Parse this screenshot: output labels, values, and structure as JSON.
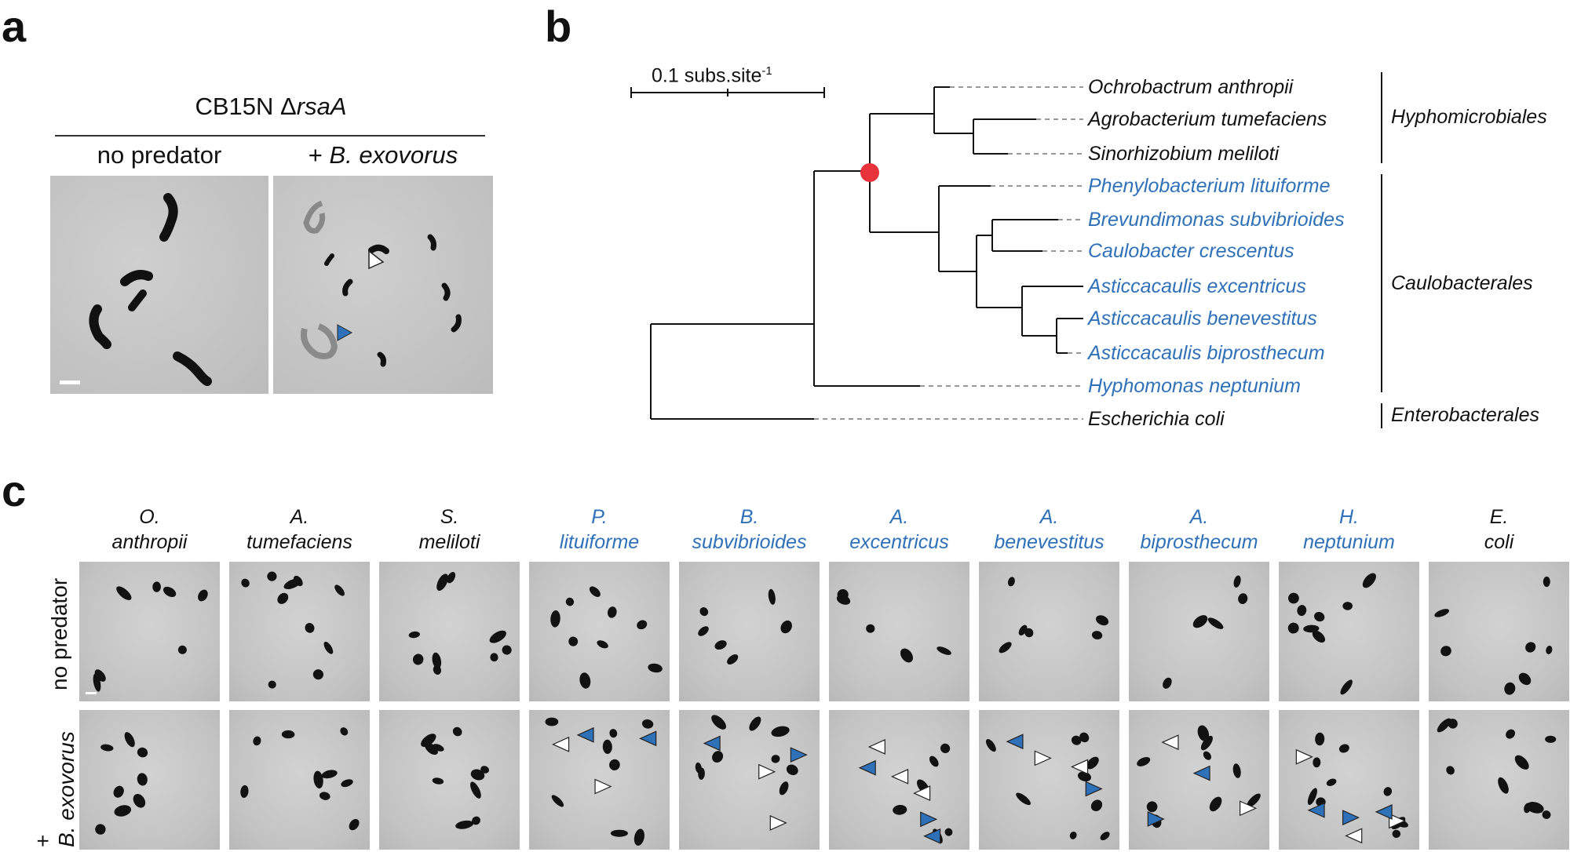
{
  "panel_a": {
    "letter": "a",
    "title_prefix": "CB15N Δ",
    "title_gene": "rsaA",
    "conditions": [
      "no predator",
      "+ B. exovorus"
    ],
    "condition_plus": "+ ",
    "condition_species": "B. exovorus"
  },
  "panel_b": {
    "letter": "b",
    "scale_text": "0.1 subs.site",
    "scale_exp": "-1",
    "taxa": [
      {
        "name": "Ochrobactrum anthropii",
        "color": "#111111"
      },
      {
        "name": "Agrobacterium tumefaciens",
        "color": "#111111"
      },
      {
        "name": "Sinorhizobium meliloti",
        "color": "#111111"
      },
      {
        "name": "Phenylobacterium lituiforme",
        "color": "#2f71b8"
      },
      {
        "name": "Brevundimonas subvibrioides",
        "color": "#2f71b8"
      },
      {
        "name": "Caulobacter crescentus",
        "color": "#2f71b8"
      },
      {
        "name": "Asticcacaulis excentricus",
        "color": "#2f71b8"
      },
      {
        "name": "Asticcacaulis benevestitus",
        "color": "#2f71b8"
      },
      {
        "name": "Asticcacaulis biprosthecum",
        "color": "#2f71b8"
      },
      {
        "name": "Hyphomonas neptunium",
        "color": "#2f71b8"
      },
      {
        "name": "Escherichia coli",
        "color": "#111111"
      }
    ],
    "orders": [
      "Hyphomicrobiales",
      "Caulobacterales",
      "Enterobacterales"
    ],
    "node_marker_color": "#e8323c"
  },
  "panel_c": {
    "letter": "c",
    "columns": [
      {
        "line1": "O.",
        "line2": "anthropii",
        "color": "#111111"
      },
      {
        "line1": "A.",
        "line2": "tumefaciens",
        "color": "#111111"
      },
      {
        "line1": "S.",
        "line2": "meliloti",
        "color": "#111111"
      },
      {
        "line1": "P.",
        "line2": "lituiforme",
        "color": "#2f71b8"
      },
      {
        "line1": "B.",
        "line2": "subvibrioides",
        "color": "#2f71b8"
      },
      {
        "line1": "A.",
        "line2": "excentricus",
        "color": "#2f71b8"
      },
      {
        "line1": "A.",
        "line2": "benevestitus",
        "color": "#2f71b8"
      },
      {
        "line1": "A.",
        "line2": "biprosthecum",
        "color": "#2f71b8"
      },
      {
        "line1": "H.",
        "line2": "neptunium",
        "color": "#2f71b8"
      },
      {
        "line1": "E.",
        "line2": "coli",
        "color": "#111111"
      }
    ],
    "rows": [
      "no predator",
      "+ B. exovorus"
    ],
    "row2_plus": "+",
    "row2_species": "B. exovorus",
    "arrow_colors": {
      "blue": "#2f71b8",
      "white": "#ffffff"
    }
  }
}
